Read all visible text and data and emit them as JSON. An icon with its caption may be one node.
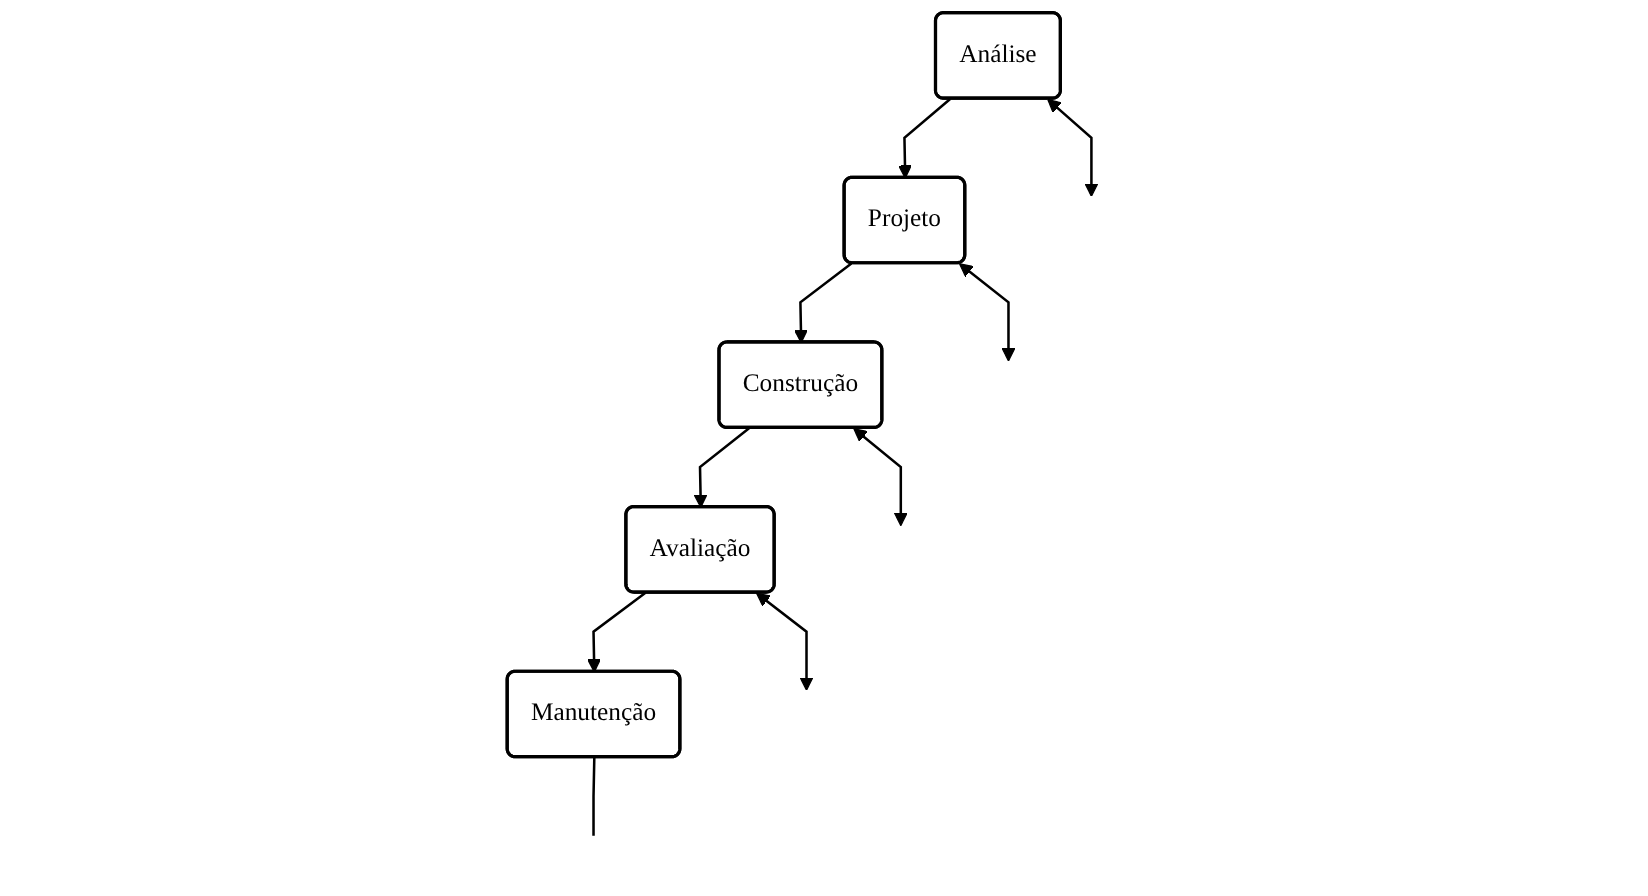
{
  "diagram": {
    "nodes": [
      {
        "text": [
          "Análise"
        ]
      },
      {
        "text": [
          "Projeto"
        ]
      },
      {
        "text": [
          "Construção"
        ]
      },
      {
        "text": [
          "Avaliação"
        ]
      },
      {
        "text": [
          "Manutenção"
        ]
      }
    ],
    "edges": [
      {
        "from": 0,
        "to": 1,
        "arrow": "to"
      },
      {
        "from": 1,
        "to": 2,
        "arrow": "to"
      },
      {
        "from": 2,
        "to": 3,
        "arrow": "to"
      },
      {
        "from": 3,
        "to": 4,
        "arrow": "to"
      },
      {
        "from": 0,
        "to": null,
        "arrow": "both"
      },
      {
        "from": 1,
        "to": null,
        "arrow": "both"
      },
      {
        "from": 2,
        "to": null,
        "arrow": "both"
      },
      {
        "from": 3,
        "to": null,
        "arrow": "both"
      },
      {
        "from": 4,
        "to": null,
        "arrow": "none"
      }
    ]
  }
}
